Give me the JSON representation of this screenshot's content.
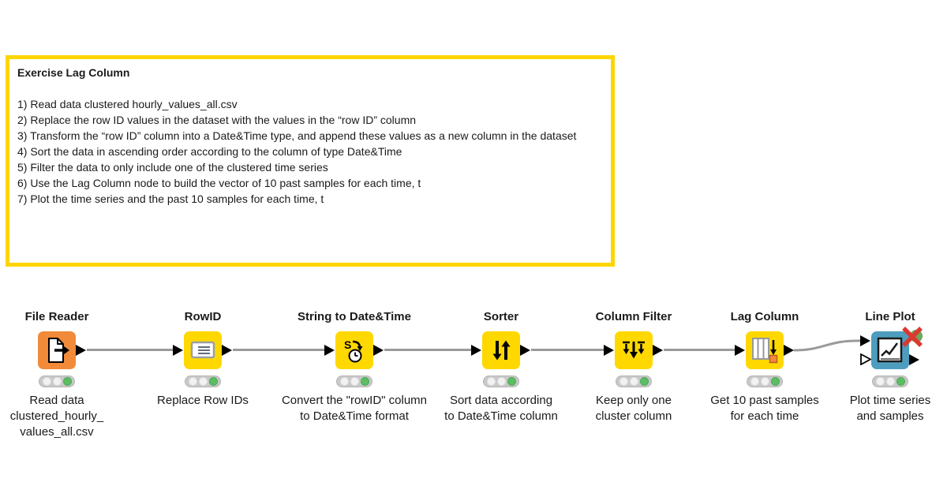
{
  "annotation": {
    "title": "Exercise Lag Column",
    "lines": [
      "1) Read data clustered hourly_values_all.csv",
      "2) Replace the row ID values in the dataset with the values in the “row ID” column",
      "3) Transform the “row ID” column into a Date&Time type, and append these values as a new column in the dataset",
      "4) Sort the data in ascending order according to the column of type Date&Time",
      "5) Filter the data to only include one of the clustered time series",
      "6) Use the Lag Column node to build the vector of 10 past samples for each time, t",
      "7) Plot the time series and the past 10 samples for each time, t"
    ],
    "border_color": "#FFD500"
  },
  "nodes": [
    {
      "label": "File Reader",
      "description": "Read data\nclustered_hourly_\nvalues_all.csv",
      "color": "#F18A39"
    },
    {
      "label": "RowID",
      "description": "Replace Row IDs",
      "color": "#FFD800"
    },
    {
      "label": "String to Date&Time",
      "description": "Convert the \"rowID\" column\nto Date&Time format",
      "color": "#FFD800"
    },
    {
      "label": "Sorter",
      "description": "Sort data according\nto Date&Time column",
      "color": "#FFD800"
    },
    {
      "label": "Column Filter",
      "description": "Keep only one\ncluster column",
      "color": "#FFD800"
    },
    {
      "label": "Lag Column",
      "description": "Get 10 past samples\nfor each time",
      "color": "#FFD800"
    },
    {
      "label": "Line Plot",
      "description": "Plot time series\nand samples",
      "color": "#4E9DBE"
    }
  ],
  "status": {
    "traffic_light_state": "executed",
    "green": "#5CBE64"
  },
  "colors": {
    "annotation_border": "#FFD500",
    "node_yellow": "#FFD800",
    "node_orange": "#F18A39",
    "node_blue": "#4E9DBE",
    "connection_grey": "#9A9A9A",
    "error_red": "#DC3832",
    "error_green_accent": "#6FA85C"
  }
}
